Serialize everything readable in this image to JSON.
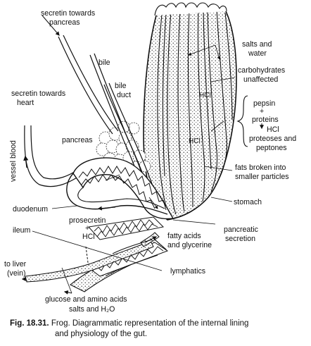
{
  "labels": {
    "secretin_pancreas_1": "secretin towards",
    "secretin_pancreas_2": "pancreas",
    "salts_water_1": "salts and",
    "salts_water_2": "water",
    "bile": "bile",
    "bile_duct_1": "bile",
    "bile_duct_2": "duct",
    "carbs_1": "carbohydrates",
    "carbs_2": "unaffected",
    "secretin_heart_1": "secretin towards",
    "secretin_heart_2": "heart",
    "hcl_upper": "HCl",
    "pepsin": "pepsin",
    "plus1": "+",
    "proteins": "proteins",
    "hcl_right": "HCl",
    "proteoses": "proteoses and",
    "peptones": "peptones",
    "hcl_lower": "HCl",
    "pancreas": "pancreas",
    "vessel_blood": "vessel blood",
    "fats_1": "fats broken into",
    "fats_2": "smaller particles",
    "stomach": "stomach",
    "duodenum": "duodenum",
    "prosecretin": "prosecretin",
    "plus2": "+",
    "hcl_duo": "HCl",
    "pancreatic_1": "pancreatic",
    "pancreatic_2": "secretion",
    "ileum": "ileum",
    "fatty_1": "fatty acids",
    "fatty_2": "and glycerine",
    "liver_1": "to liver",
    "liver_2": "(vein)",
    "lymphatics": "lymphatics",
    "glucose_1": "glucose and amino acids",
    "glucose_2": "salts and H₂O"
  },
  "caption": {
    "number": "Fig. 18.31.",
    "line1": "Frog. Diagrammatic representation of the internal lining",
    "line2": "and physiology of the gut."
  },
  "icons": [
    "arrow-icon"
  ]
}
